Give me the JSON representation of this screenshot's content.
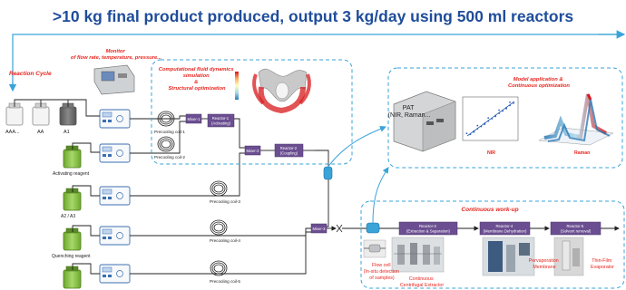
{
  "title": ">10 kg final product produced, output 3 kg/day using 500 ml reactors",
  "reaction_cycle": "Reaction Cycle",
  "monitor": [
    "Monitor",
    "of flow rate, temperature, pressure..."
  ],
  "cfd": [
    "Computational fluid dynamics",
    "simulation",
    "&",
    "Structural optimization"
  ],
  "model": [
    "Model application &",
    "Continuous optimization"
  ],
  "pat": [
    "PAT",
    "(NIR, Raman..."
  ],
  "nir_label": "NIR",
  "raman_label": "Raman",
  "continuous_workup": "Continuous work-up",
  "bottles": [
    "AAA...",
    "AA",
    "A1"
  ],
  "reagents": [
    "Activating reagent",
    "A2 / A3",
    "Quenching reagent"
  ],
  "coils": [
    "Precooling coil-1",
    "Precooling coil-2",
    "Precooling coil-3",
    "Precooling coil-4",
    "Precooling coil-5"
  ],
  "mixers": [
    "Mixer-1",
    "Mixer-2",
    "Mixer-3"
  ],
  "reactor1": [
    "Reactor-1",
    "(Activating)"
  ],
  "reactor2": [
    "Reactor-2",
    "(Coupling)"
  ],
  "reactor3": [
    "Reactor-3",
    "(Extraction & Separation)"
  ],
  "reactor4": [
    "Reactor-4",
    "(Membrane Dehydration)"
  ],
  "reactor5": [
    "Reactor-5",
    "(Solvent removal)"
  ],
  "flow_cell": [
    "Flow cell",
    "(In-situ detection",
    "of samples)"
  ],
  "extractor": [
    "Continuous",
    "Centrifugal Extractor"
  ],
  "pervaporation": [
    "Pervaporation",
    "Membrane"
  ],
  "evaporator": [
    "Thin-Film",
    "Evaporator"
  ],
  "colors": {
    "title": "#1f4d9b",
    "red": "#e8251f",
    "line": "#3aa3d8",
    "reactor": "#6b4e91",
    "green": "#8cc63f",
    "dark": "#222222"
  }
}
